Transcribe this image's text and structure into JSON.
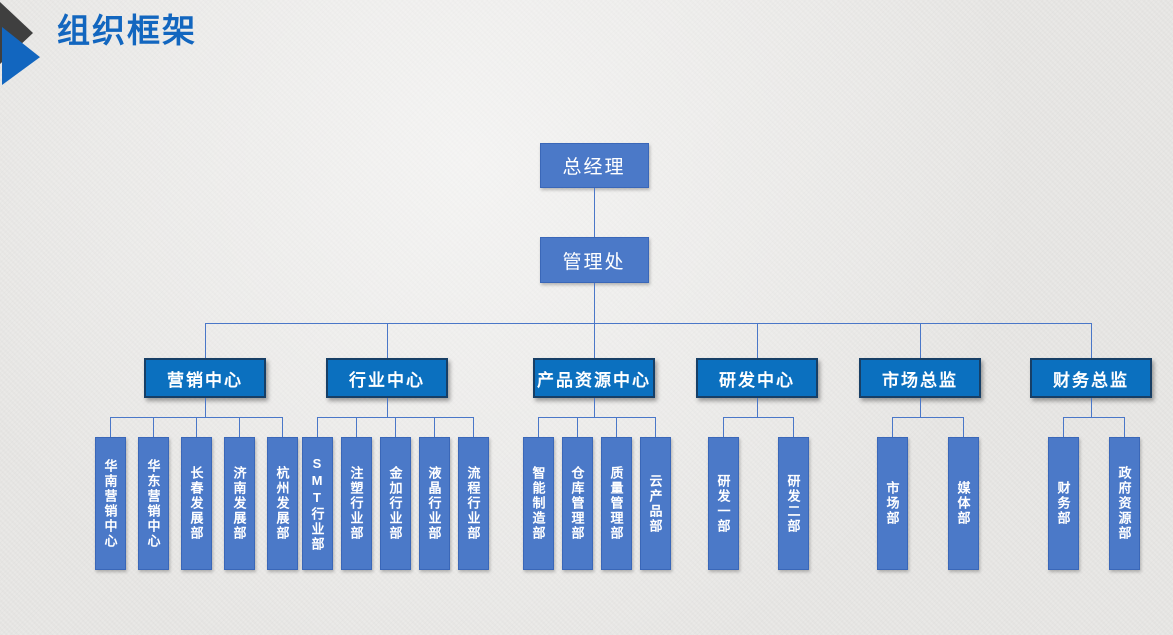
{
  "title": "组织框架",
  "colors": {
    "accent": "#1266bf",
    "deco_dark": "#3f3f3f",
    "node_fill": "#4b79c8",
    "node_border": "#3a67b8",
    "lv2_fill": "#0b70bf",
    "lv2_border": "#173f66",
    "line": "#4a77c8",
    "background": "#e9e8e6",
    "text_on_node": "#ffffff"
  },
  "org": {
    "root": "总经理",
    "level2": "管理处",
    "groups": [
      {
        "label": "营销中心",
        "children": [
          "华南营销中心",
          "华东营销中心",
          "长春发展部",
          "济南发展部",
          "杭州发展部"
        ]
      },
      {
        "label": "行业中心",
        "children": [
          "SMT行业部",
          "注塑行业部",
          "金加行业部",
          "液晶行业部",
          "流程行业部"
        ]
      },
      {
        "label": "产品资源中心",
        "children": [
          "智能制造部",
          "仓库管理部",
          "质量管理部",
          "云产品部"
        ]
      },
      {
        "label": "研发中心",
        "children": [
          "研发一部",
          "研发二部"
        ]
      },
      {
        "label": "市场总监",
        "children": [
          "市场部",
          "媒体部"
        ]
      },
      {
        "label": "财务总监",
        "children": [
          "财务部",
          "政府资源部"
        ]
      }
    ]
  }
}
